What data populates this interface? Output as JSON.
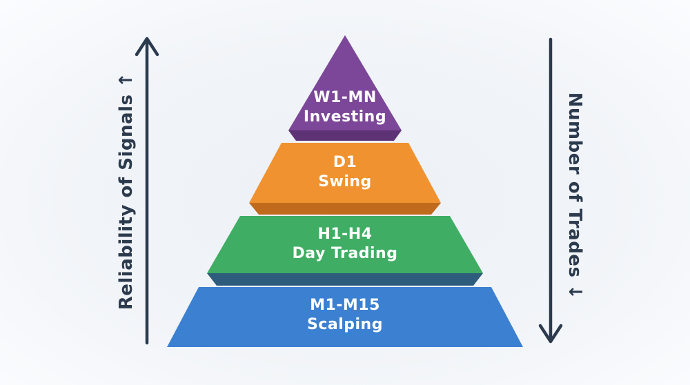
{
  "diagram": {
    "type": "pyramid",
    "subject": "Trading timeframes hierarchy"
  },
  "axes": {
    "left": {
      "label": "Reliability of Signals ↑",
      "direction": "up"
    },
    "right": {
      "label": "Number of Trades ↓",
      "direction": "down"
    }
  },
  "pyramid": {
    "levels": [
      {
        "timeframe": "W1-MN",
        "style_name": "Investing",
        "color": "#7c4798",
        "shadow_color": "#5d3375"
      },
      {
        "timeframe": "D1",
        "style_name": "Swing",
        "color": "#f0922f",
        "shadow_color": "#bf6a1d"
      },
      {
        "timeframe": "H1-H4",
        "style_name": "Day Trading",
        "color": "#3fad63",
        "shadow_color": "#2d5c7c"
      },
      {
        "timeframe": "M1-M15",
        "style_name": "Scalping",
        "color": "#3b80d1",
        "shadow_color": "#3b80d1"
      }
    ]
  },
  "colors": {
    "arrow": "#2c3a4e",
    "level_text": "#ffffff",
    "background_center": "#edf1f6",
    "background_edge": "#fbfcfe"
  }
}
